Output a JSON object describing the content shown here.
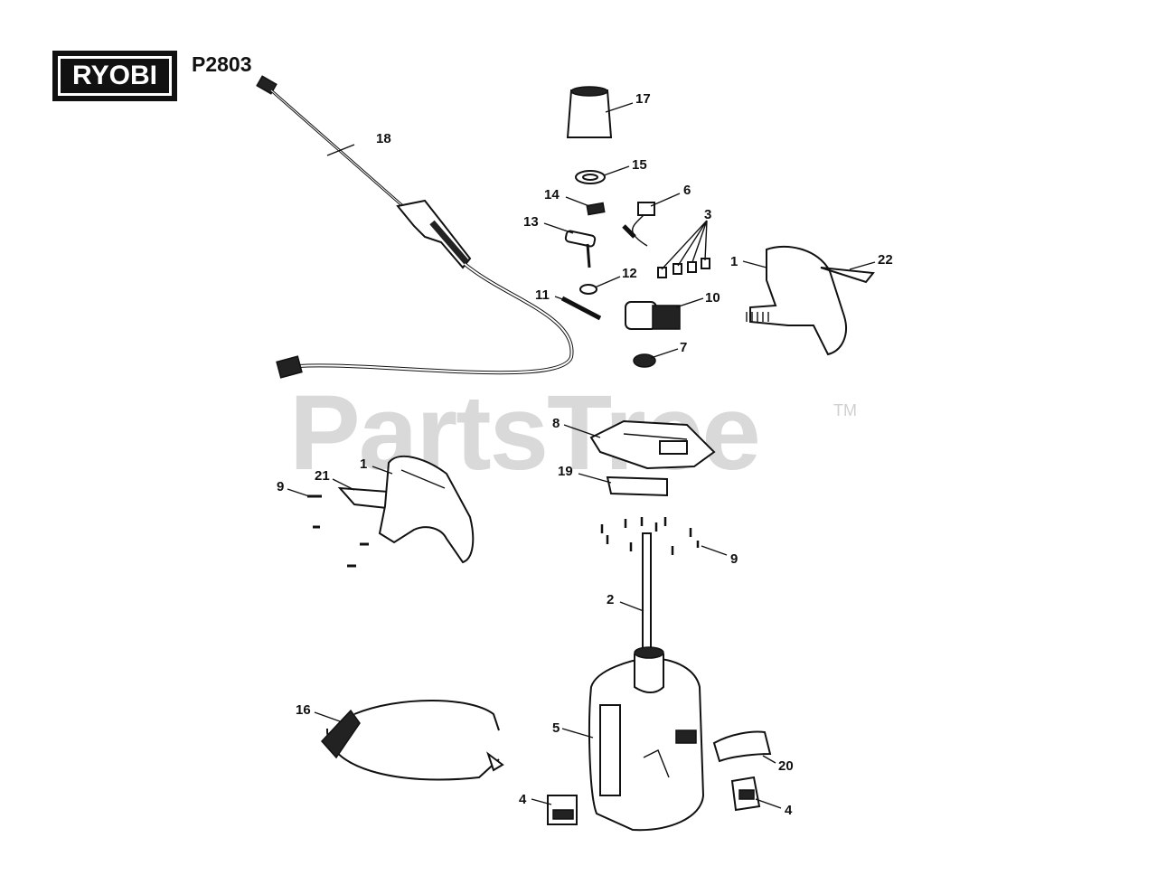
{
  "brand": {
    "logo_text": "RYOBI"
  },
  "model": "P2803",
  "watermark": {
    "text": "PartsTree",
    "trademark": "TM"
  },
  "callouts": {
    "c1a": "1",
    "c1b": "1",
    "c2": "2",
    "c3": "3",
    "c4a": "4",
    "c4b": "4",
    "c5": "5",
    "c6": "6",
    "c7": "7",
    "c8": "8",
    "c9a": "9",
    "c9b": "9",
    "c10": "10",
    "c11": "11",
    "c12": "12",
    "c13": "13",
    "c14": "14",
    "c15": "15",
    "c16": "16",
    "c17": "17",
    "c18": "18",
    "c19": "19",
    "c20": "20",
    "c21": "21",
    "c22": "22"
  }
}
